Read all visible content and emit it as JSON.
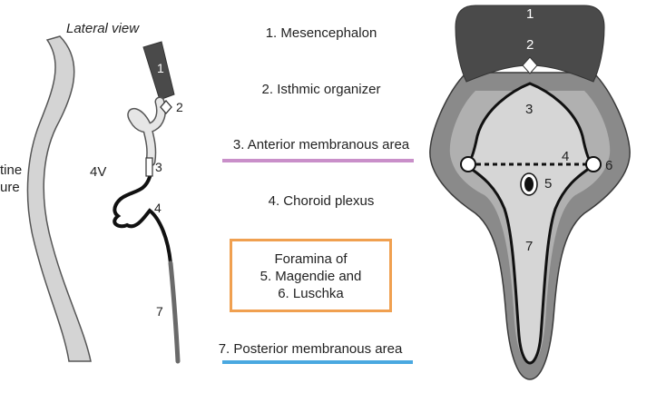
{
  "lateral": {
    "title": "Lateral view",
    "partial_label_1": "tine",
    "partial_label_2": "ure",
    "ventricle": "4V",
    "n1": "1",
    "n2": "2",
    "n3": "3",
    "n4": "4",
    "n7": "7"
  },
  "legend": {
    "item1": "1. Mesencephalon",
    "item2": "2. Isthmic organizer",
    "item3": "3. Anterior membranous area",
    "item4": "4. Choroid plexus",
    "foramina_line1": "Foramina of",
    "foramina_line2": "5. Magendie and",
    "foramina_line3": "6. Luschka",
    "item7": "7. Posterior membranous area"
  },
  "dorsal": {
    "n1": "1",
    "n2": "2",
    "n3": "3",
    "n4": "4",
    "n5": "5",
    "n6": "6",
    "n7": "7"
  },
  "colors": {
    "anterior_underline": "#c98fc9",
    "posterior_underline": "#4aa8e0",
    "foramina_box": "#f0a050",
    "dark_gray": "#4a4a4a",
    "mid_gray": "#8a8a8a",
    "light_gray": "#c8c8c8",
    "lighter_gray": "#d6d6d6"
  }
}
